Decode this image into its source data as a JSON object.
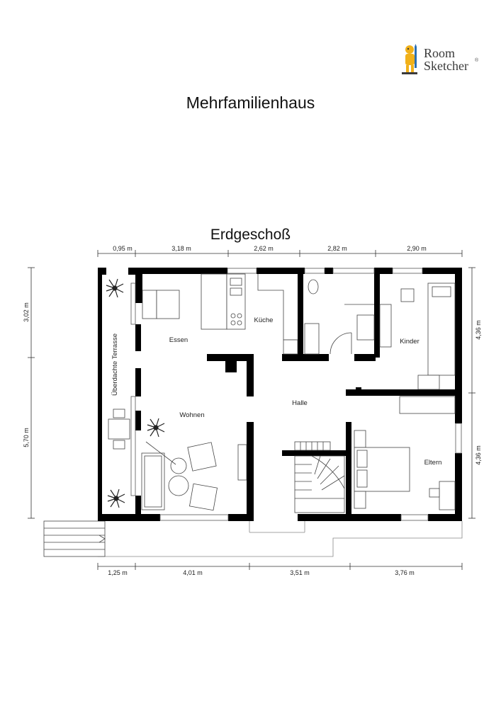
{
  "logo": {
    "line1": "Room",
    "line2": "Sketcher",
    "mark": "®"
  },
  "title": "Mehrfamilienhaus",
  "floor_name": "Erdgeschoß",
  "dimensions": {
    "top": [
      "0,95 m",
      "3,18 m",
      "2,62 m",
      "2,82 m",
      "2,90 m"
    ],
    "bottom": [
      "1,25 m",
      "4,01 m",
      "3,51 m",
      "3,76 m"
    ],
    "left": [
      "3,02 m",
      "5,70 m"
    ],
    "right": [
      "4,36 m",
      "4,36 m"
    ]
  },
  "rooms": {
    "terrace": "Überdachte Terrasse",
    "essen": "Essen",
    "kueche": "Küche",
    "kinder": "Kinder",
    "halle": "Halle",
    "wohnen": "Wohnen",
    "eltern": "Eltern"
  }
}
